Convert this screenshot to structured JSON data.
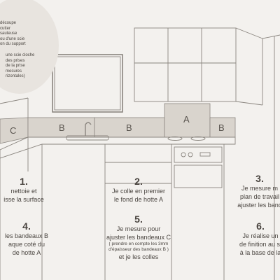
{
  "panel_labels": {
    "a": "A",
    "b_left": "B",
    "b_middle": "B",
    "b_right": "B",
    "c": "C"
  },
  "note_circle": {
    "text_top": "découpe\ncutter\nsauteuse\nou d'une scie\non du support",
    "text_bottom": "une scie cloche\ndes prises\nde la prise\nmesures\nrizontales)"
  },
  "steps": [
    {
      "number": "1.",
      "text": "nettoie et\nisse la surface",
      "sub": ""
    },
    {
      "number": "2.",
      "text": "Je colle en premier\nle fond de hotte A",
      "sub": ""
    },
    {
      "number": "3.",
      "text": "Je mesure m\nplan de travail\najuster les band",
      "sub": ""
    },
    {
      "number": "4.",
      "text": "les bandeaux B\naque coté du\nde hotte A",
      "sub": ""
    },
    {
      "number": "5.",
      "text": "Je mesure pour\najuster les bandeaux C",
      "sub": "( prendre en compte les 3mm\nd'épaisseur des bandeaux B )",
      "tail": "et je les colles"
    },
    {
      "number": "6.",
      "text": "Je réalise un\nde finition au si\nà la base de la",
      "sub": ""
    }
  ]
}
